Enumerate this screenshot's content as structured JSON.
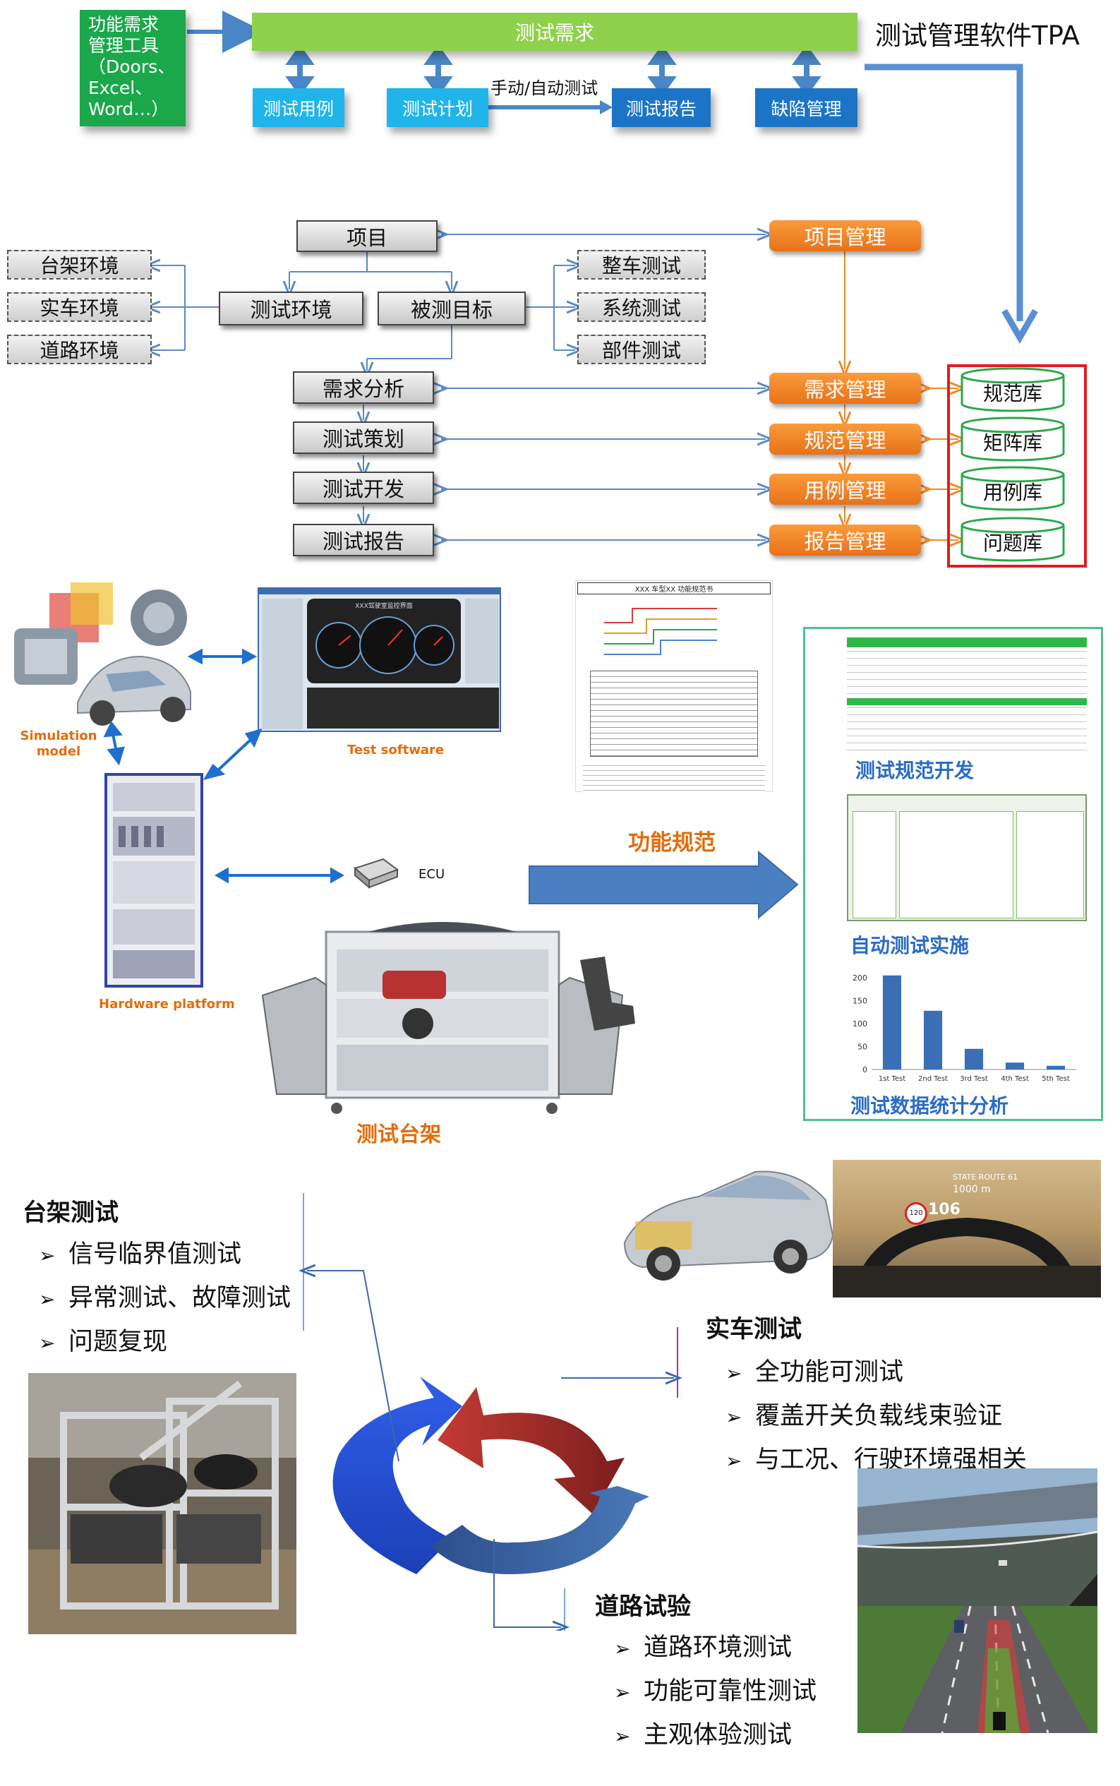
{
  "top": {
    "requirement_tool": [
      "功能需求",
      "管理工具",
      "（Doors、",
      "Excel、",
      "Word…）"
    ],
    "test_requirement": "测试需求",
    "tpa_title": "测试管理软件TPA",
    "test_case": "测试用例",
    "test_plan": "测试计划",
    "manual_auto": "手动/自动测试",
    "test_report": "测试报告",
    "defect_mgmt": "缺陷管理"
  },
  "flow": {
    "project": "项目",
    "test_env": "测试环境",
    "target": "被测目标",
    "env_items": [
      "台架环境",
      "实车环境",
      "道路环境"
    ],
    "target_items": [
      "整车测试",
      "系统测试",
      "部件测试"
    ],
    "steps": [
      "需求分析",
      "测试策划",
      "测试开发",
      "测试报告"
    ],
    "mgmt": [
      "项目管理",
      "需求管理",
      "规范管理",
      "用例管理",
      "报告管理"
    ],
    "libraries": [
      "规范库",
      "矩阵库",
      "用例库",
      "问题库"
    ]
  },
  "hil": {
    "simulation_model": [
      "Simulation",
      "model"
    ],
    "test_software": "Test software",
    "dashboard_title": "XXX驾驶室监控界面",
    "ecu": "ECU",
    "hardware_platform": "Hardware platform",
    "bench_caption": "测试台架",
    "spec_caption": "功能规范",
    "spec_doc_title": "XXX 车型XX 功能规范书",
    "spec_dev": "测试规范开发",
    "auto_exec": "自动测试实施",
    "stats": "测试数据统计分析"
  },
  "chart_data": {
    "type": "bar",
    "categories": [
      "1st Test",
      "2nd Test",
      "3rd Test",
      "4th Test",
      "5th Test"
    ],
    "values": [
      205,
      128,
      45,
      15,
      8
    ],
    "ylim": [
      0,
      200
    ],
    "yticks": [
      0,
      50,
      100,
      150,
      200
    ],
    "title": "",
    "xlabel": "",
    "ylabel": "",
    "color": "#3a6fb5"
  },
  "cycle": {
    "bench_title": "台架测试",
    "bench_items": [
      "信号临界值测试",
      "异常测试、故障测试",
      "问题复现"
    ],
    "vehicle_title": "实车测试",
    "vehicle_items": [
      "全功能可测试",
      "覆盖开关负载线束验证",
      "与工况、行驶环境强相关"
    ],
    "road_title": "道路试验",
    "road_items": [
      "道路环境测试",
      "功能可靠性测试",
      "主观体验测试"
    ],
    "hud_route": "STATE ROUTE 61",
    "hud_distance": "1000 m",
    "hud_speed_limit": "120",
    "hud_speed": "106",
    "bullet_mark": "➢"
  },
  "colors": {
    "green": "#1aa84a",
    "light_green": "#8ed14a",
    "light_blue": "#1fb5ea",
    "dark_blue": "#1b74c6",
    "orange": "#f08a28",
    "red": "#e31c1c",
    "arrow_blue": "#4a86c8"
  }
}
